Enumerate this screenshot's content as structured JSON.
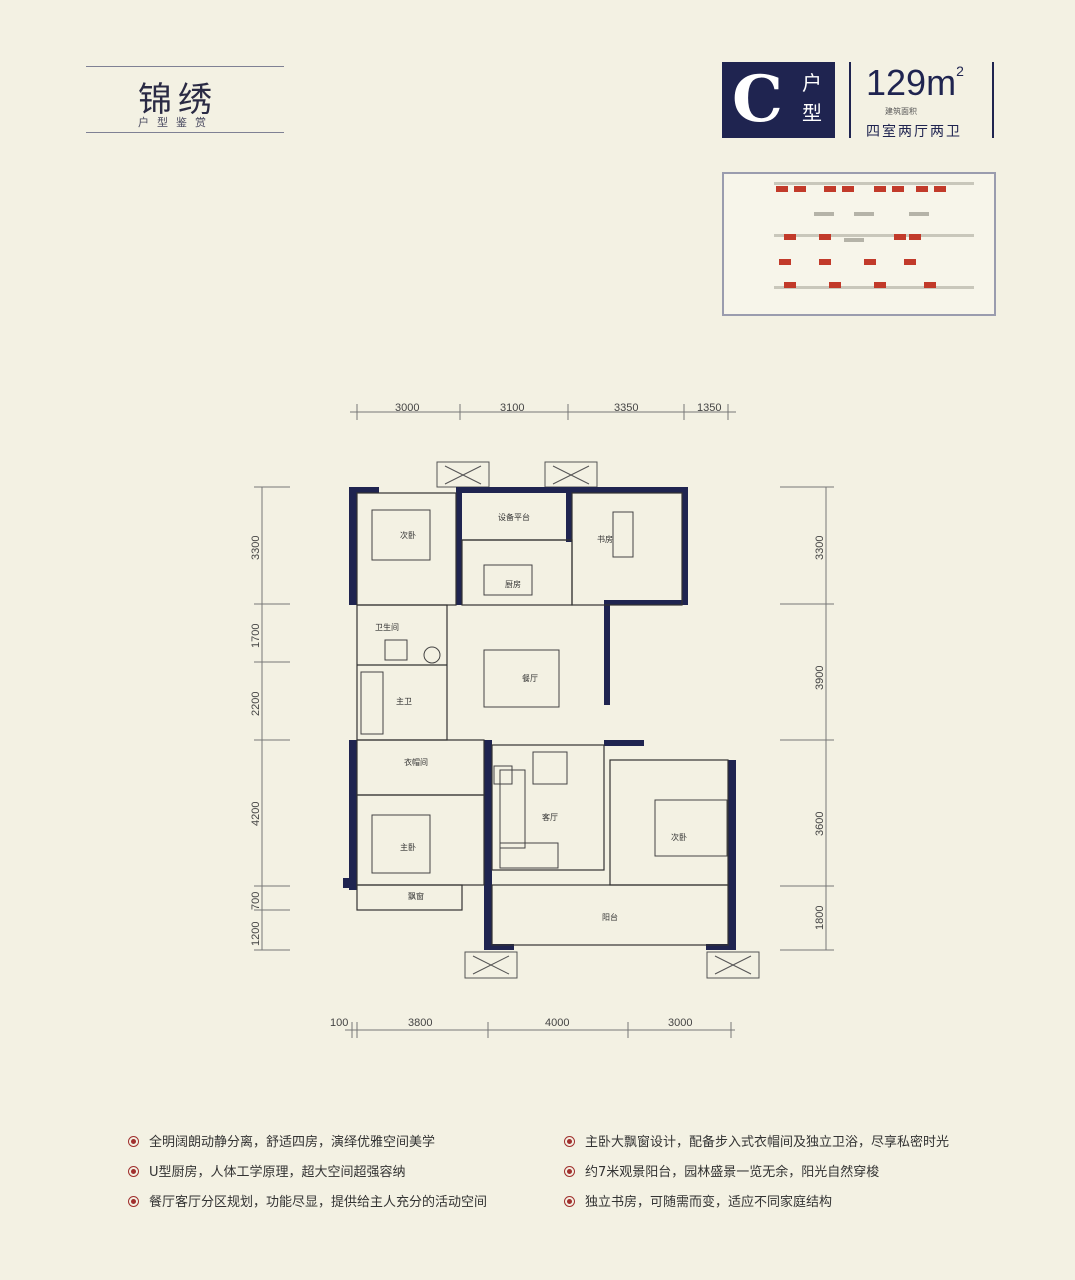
{
  "brand": {
    "title": "锦绣",
    "subtitle": "户型鉴赏"
  },
  "unit": {
    "letter": "C",
    "type_label_1": "户",
    "type_label_2": "型",
    "area_value": "129m",
    "area_unit_sup": "2",
    "area_label": "建筑面积",
    "layout": "四室两厅两卫"
  },
  "colors": {
    "accent": "#1f2450",
    "wall": "#1f2450",
    "bullet": "#a0302e",
    "background": "#f3f1e3"
  },
  "dimensions": {
    "top": [
      "3000",
      "3100",
      "3350",
      "1350"
    ],
    "bottom": [
      "100",
      "3800",
      "4000",
      "3000"
    ],
    "left": [
      "3300",
      "1700",
      "2200",
      "4200",
      "700",
      "1200"
    ],
    "right": [
      "3300",
      "3900",
      "3600",
      "1800"
    ]
  },
  "rooms": {
    "secondary_bedroom_1": "次卧",
    "utility_balcony": "设备平台",
    "study": "书房",
    "kitchen": "厨房",
    "bathroom": "卫生间",
    "dining": "餐厅",
    "master_bath": "主卫",
    "walk_in_closet": "衣帽间",
    "living_room": "客厅",
    "secondary_bedroom_2": "次卧",
    "master_bedroom": "主卧",
    "bay_window": "飘窗",
    "balcony": "阳台"
  },
  "features": [
    "全明阔朗动静分离，舒适四房，演绎优雅空间美学",
    "U型厨房，人体工学原理，超大空间超强容纳",
    "餐厅客厅分区规划，功能尽显，提供给主人充分的活动空间",
    "主卧大飘窗设计，配备步入式衣帽间及独立卫浴，尽享私密时光",
    "约7米观景阳台，园林盛景一览无余，阳光自然穿梭",
    "独立书房，可随需而变，适应不同家庭结构"
  ]
}
